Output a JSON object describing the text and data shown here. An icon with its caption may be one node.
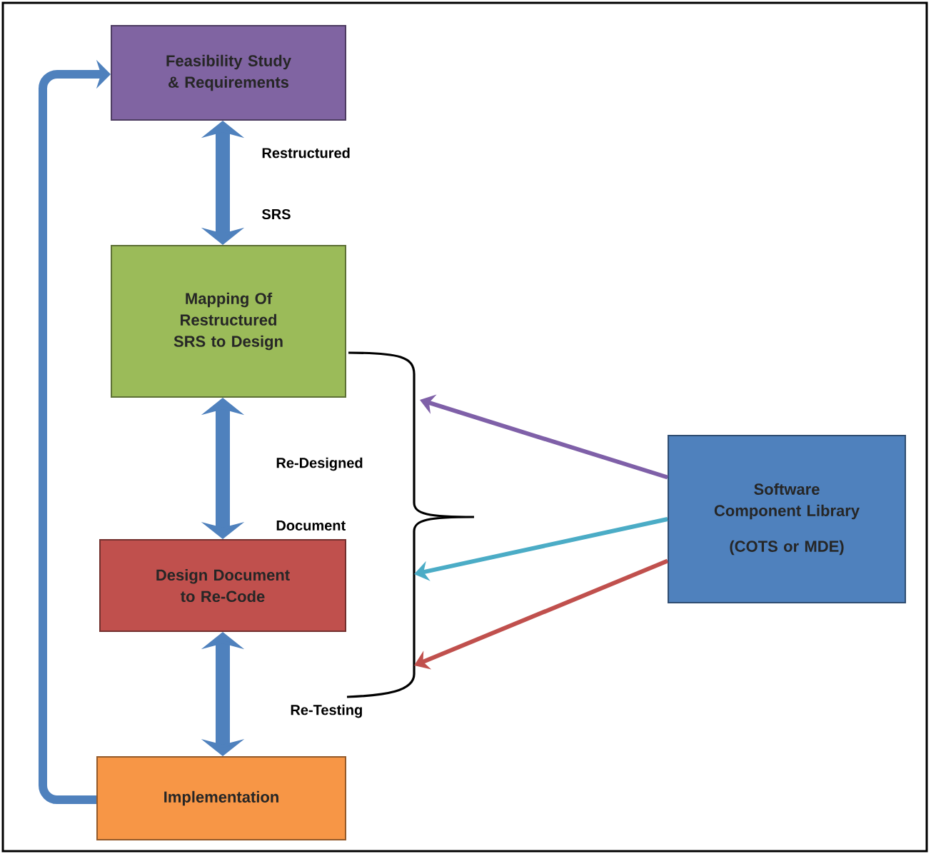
{
  "diagram": {
    "nodes": [
      {
        "text": [
          "Feasibility Study & Requirements"
        ]
      },
      {
        "text": [
          "Mapping Of Restructured SRS to Design"
        ]
      },
      {
        "text": [
          "Design Document to Re-Code"
        ]
      },
      {
        "text": [
          "Implementation"
        ]
      },
      {
        "text": [
          "Software Component Library",
          "(COTS or MDE)"
        ]
      }
    ],
    "edges": [
      {
        "from": 0,
        "to": 1,
        "arrow": "both"
      },
      {
        "from": 1,
        "to": 2,
        "arrow": "both"
      },
      {
        "from": 2,
        "to": 3,
        "arrow": "both"
      },
      {
        "from": 3,
        "to": 0,
        "arrow": "to"
      },
      {
        "from": 4,
        "to": null,
        "arrow": "to",
        "color": "#7f60a8"
      },
      {
        "from": 4,
        "to": null,
        "arrow": "to",
        "color": "#4bacc6"
      },
      {
        "from": 4,
        "to": null,
        "arrow": "to",
        "color": "#c0504d"
      }
    ],
    "labels": [
      "Restructured",
      "SRS",
      "Re-Designed",
      "Document",
      "Re-Testing"
    ]
  }
}
